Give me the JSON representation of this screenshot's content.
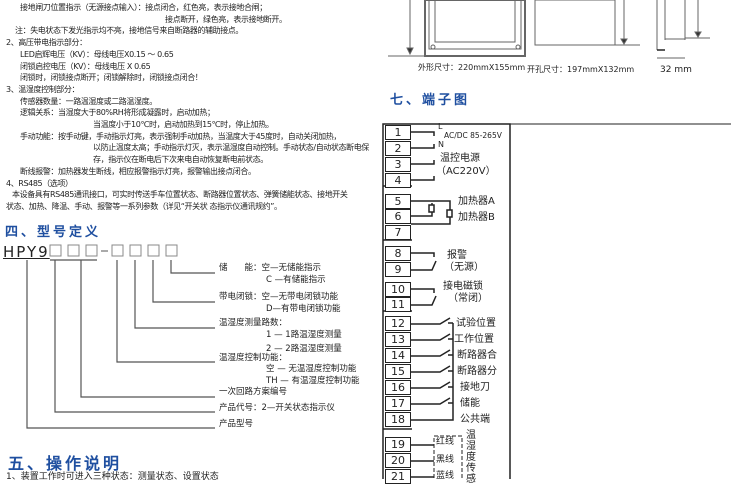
{
  "section3_text": {
    "lines": [
      "接地闸刀位置指示（无源接点输入）：接点闭合，红色亮，表示接地合闸；",
      "接点断开，绿色亮，表示接地断开。",
      "注：失电状态下发光指示均不亮，接地信号来自断路器的辅助接点。",
      "2、高压带电指示部分：",
      "LED启辉电压（KV）：母线电压X0.15 ～ 0.65",
      "闭锁启控电压（KV）：母线电压 X 0.65",
      "闭锁时，闭锁接点断开；闭锁解除时，闭锁接点闭合！",
      "3、温湿度控制部分：",
      "传感器数量：一路温湿度或二路温湿度。",
      "逻辑关系：当湿度大于80%RH将形成凝露时，启动加热；",
      "当温度小于10℃时，启动加热到15℃时，停止加热。",
      "手动功能：按手动键，手动指示灯亮，表示强制手动加热，当温度大于45度时，自动关闭加热，",
      "以防止温度太高；手动指示灯灭，表示温湿度自动控制。手动状态/自动状态断电保",
      "存，指示仪在断电后下次来电自动恢复断电前状态。",
      "断线报警：加热器发生断线，相应报警指示灯亮，报警输出接点闭合。",
      "4、RS485（选项）",
      "本设备具有RS485通讯接口，可实时传送手车位置状态、断路器位置状态、弹簧储能状态、接地开关",
      "状态、加热、降温、手动、报警等一系列参数（详见“开关状 态指示仪通讯规约”。"
    ]
  },
  "model_section": {
    "heading": "四、型号定义",
    "prefix": "HPY9",
    "dash": "-",
    "items": [
      "储　　能：空—无储能指示",
      "C —有储能指示",
      "带电闭锁：空—无带电闭锁功能",
      "D—有带电闭锁功能",
      "温湿度测量路数：",
      "1 — 1路温湿度测量",
      "2 — 2路温湿度测量",
      "温湿度控制功能：",
      "空 — 无温湿度控制功能",
      "TH — 有温湿度控制功能",
      "一次回路方案编号",
      "产品代号：2—开关状态指示仪",
      "产品型号"
    ]
  },
  "operation_section": {
    "heading": "五、操作说明",
    "first_line": "1、装置工作时可进入三种状态：测量状态、设置状态"
  },
  "dimensions": {
    "outer": "外形尺寸：220mmX155mm",
    "cutout": "开孔尺寸：197mmX132mm",
    "depth": "32 mm"
  },
  "terminal_section": {
    "heading": "七、端子图",
    "numbers": [
      "1",
      "2",
      "3",
      "4",
      "5",
      "6",
      "7",
      "8",
      "9",
      "10",
      "11",
      "12",
      "13",
      "14",
      "15",
      "16",
      "17",
      "18",
      "19",
      "20",
      "21"
    ],
    "labels": {
      "L": "L",
      "acdc": "AC/DC 85-265V",
      "N": "N",
      "temp_power": "温控电源",
      "temp_power_v": "（AC220V）",
      "heaterA": "加热器A",
      "heaterB": "加热器B",
      "alarm": "报警",
      "alarm_sub": "（无源）",
      "lock": "接电磁锁",
      "lock_sub": "（常闭）",
      "test_pos": "试验位置",
      "work_pos": "工作位置",
      "cb_close": "断路器合",
      "cb_open": "断路器分",
      "earth": "接地刀",
      "storage": "储能",
      "common": "公共端",
      "red": "红线",
      "black": "黑线",
      "blue": "蓝线",
      "sensor": "温湿度传感"
    }
  }
}
